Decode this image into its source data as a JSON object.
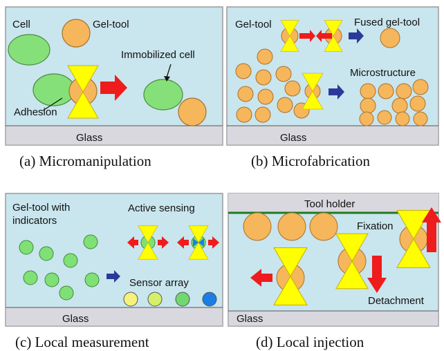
{
  "panel_a": {
    "labels": {
      "cell": "Cell",
      "gel_tool": "Gel-tool",
      "immobilized_cell": "Immobilized cell",
      "adhesion": "Adhesion",
      "glass": "Glass"
    },
    "caption": "(a) Micromanipulation"
  },
  "panel_b": {
    "labels": {
      "gel_tool": "Gel-tool",
      "fused_gel_tool": "Fused gel-tool",
      "microstructure": "Microstructure",
      "glass": "Glass"
    },
    "caption": "(b) Microfabrication"
  },
  "panel_c": {
    "labels": {
      "gel_tool_line1": "Gel-tool with",
      "gel_tool_line2": "indicators",
      "active_sensing": "Active sensing",
      "sensor_array": "Sensor array",
      "glass": "Glass"
    },
    "caption": "(c) Local measurement"
  },
  "panel_d": {
    "labels": {
      "tool_holder": "Tool holder",
      "fixation": "Fixation",
      "detachment": "Detachment",
      "glass": "Glass"
    },
    "caption": "(d) Local injection"
  },
  "colors": {
    "panel_bg": "#c9e5ee",
    "glass": "#d9d8df",
    "gel_orange": "#f6b65c",
    "cell_green": "#86e07a",
    "laser_yellow": "#ffff00",
    "arrow_red": "#ee1c1c",
    "arrow_blue": "#2b3a9a",
    "holder_line": "#1f7a1f",
    "sensor_blue": "#1a7ee6"
  }
}
